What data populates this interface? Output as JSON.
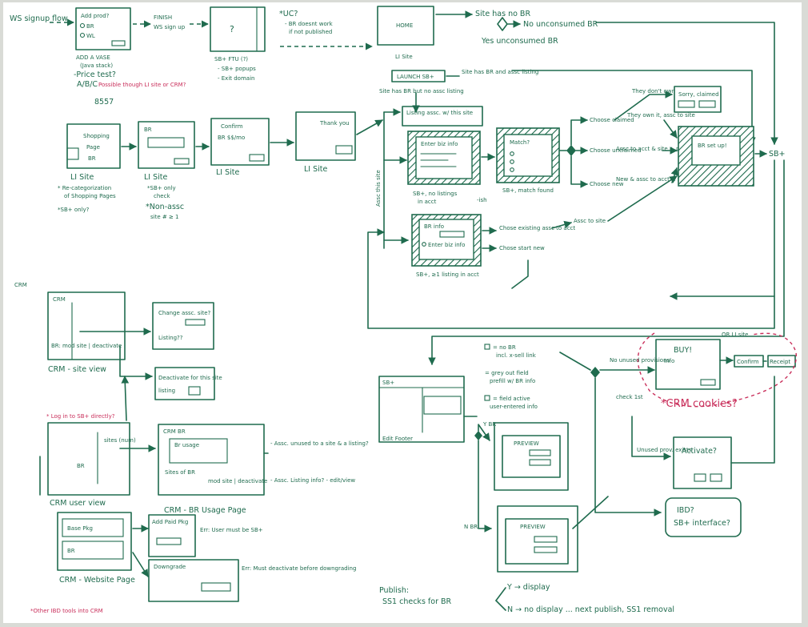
{
  "colors": {
    "board": "#ffffff",
    "ink": "#1f6b4e",
    "accent_red": "#c92f5b",
    "frame": "#d9dbd6"
  },
  "top": {
    "ws_flow": "WS signup flow",
    "add_prod_title": "Add prod?",
    "add_prod_opt1": "BR",
    "add_prod_opt2": "WL",
    "add_vase": "ADD A VASE",
    "java_stack": "(Java stack)",
    "price_test": "-Price test?",
    "abc": "A/B/C",
    "red_note": "Possible though LI site or CRM?",
    "num": "8557",
    "finish": "FINISH",
    "ws_signup_up": "WS sign up",
    "q_mark": "?",
    "sb_ftu": "SB+ FTU (?)",
    "sb_popups": "- SB+ popups",
    "exit_domain": "- Exit domain",
    "uc": "*UC?",
    "uc_note1": "- BR doesnt work",
    "uc_note2": "if not published",
    "home": "HOME",
    "li_site": "LI Site",
    "launch_sb": "LAUNCH SB+",
    "site_has_br_no_assc": "Site has BR but no assc listing",
    "site_has_no_br": "Site has no BR",
    "no_unconsumed_br": "No unconsumed BR",
    "yes_unconsumed_br": "Yes unconsumed BR",
    "site_has_br_assc": "Site has BR and assc listing"
  },
  "middle": {
    "shopping_page_l1": "Shopping",
    "shopping_page_l2": "Page",
    "shopping_page_l3": "BR",
    "li_site_1": "LI Site",
    "recat_note1": "* Re-categorization",
    "recat_note2": "of Shopping Pages",
    "sb_only": "*SB+ only?",
    "br_title": "BR",
    "li_site_2": "LI Site",
    "sb_only_check1": "*SB+ only",
    "sb_only_check2": "check",
    "non_assc1": "*Non-assc",
    "non_assc2": "site # ≥ 1",
    "confirm_title": "Confirm",
    "confirm_sub": "BR  $$/mo",
    "li_site_3": "LI Site",
    "thank_you": "Thank you",
    "li_site_4": "LI Site",
    "assc_this_site": "Assc this site",
    "listing_assc": "Listing assc. w/ this site",
    "enter_biz_info": "Enter biz info",
    "sb_no_listings1": "SB+, no listings",
    "sb_no_listings2": "in acct",
    "ish": "-ish",
    "match_title": "Match?",
    "sb_match_found": "SB+, match found",
    "choose_claimed": "Choose claimed",
    "choose_unclaimed": "Choose unclaimed",
    "choose_new": "Choose new",
    "they_dont_own": "They don't own",
    "they_own": "They own it, assc to site",
    "assc_to_acct": "Assc to acct & site + prov. check",
    "new_assc": "New & assc to acct & site + prov. check",
    "sorry_claimed": "Sorry, claimed",
    "br_set_up": "BR set up!",
    "sb_plus": "SB+",
    "br_info": "BR info",
    "enter_biz_info_2": "Enter biz info",
    "sb_ge1_listing": "SB+, ≥1 listing in acct",
    "chose_existing": "Chose existing assc to acct",
    "chose_start_new": "Chose start new",
    "assc_to_site": "Assc to site"
  },
  "crm": {
    "crm_label": "CRM",
    "crm_site_view": "CRM - site view",
    "br_mod": "BR: mod site | deactivate",
    "change_assc": "Change assc. site?",
    "listing_q": "Listing??",
    "deactivate_site": "Deactivate for this site",
    "listing_y": "listing",
    "log_in_red": "* Log in to SB+ directly?",
    "crm_user_view": "CRM user view",
    "sites_num": "sites (num)",
    "crm_br_title": "CRM   BR",
    "br_usage": "Br usage",
    "sites_of_br": "Sites of BR",
    "mod_site": "mod site | deactivate",
    "crm_br_usage_page": "CRM - BR Usage Page",
    "assc_unused": "- Assc. unused to a site & a listing?",
    "assc_listing_info": "- Assc. Listing info? - edit/view",
    "base_pkg": "Base Pkg",
    "br_label": "BR",
    "crm_website_page": "CRM - Website Page",
    "add_paid_pkg": "Add Paid Pkg",
    "err_user_must": "Err: User must be SB+",
    "downgrade": "Downgrade",
    "err_must_deactivate": "Err: Must deactivate before downgrading",
    "other_ibd": "*Other IBD tools into CRM"
  },
  "bottom": {
    "sb_window": "SB+",
    "edit_footer": "Edit Footer",
    "no_br": "= no BR",
    "incl_xsell": "incl. x-sell link",
    "grey_out": "= grey out field",
    "prefill": "prefill w/ BR info",
    "field_active": "= field active",
    "user_entered": "user-entered info",
    "y_br": "Y BR",
    "preview1": "PREVIEW",
    "n_br": "N BR",
    "preview2": "PREVIEW",
    "no_unused": "No unused provisions",
    "check_1st": "check 1st",
    "unused_prov": "Unused prov. exists",
    "buy": "BUY!",
    "info": "Info",
    "or_li_site": "OR LI site",
    "confirm": "Confirm",
    "receipt": "Receipt",
    "crm_cookies": "*CRM cookies?",
    "activate": "Activate?",
    "ibd": "IBD?",
    "sb_interface": "SB+ interface?",
    "publish": "Publish:",
    "ss1_checks": "SS1 checks for BR",
    "y_display": "Y → display",
    "n_no_display": "N → no display ... next publish, SS1 removal"
  }
}
